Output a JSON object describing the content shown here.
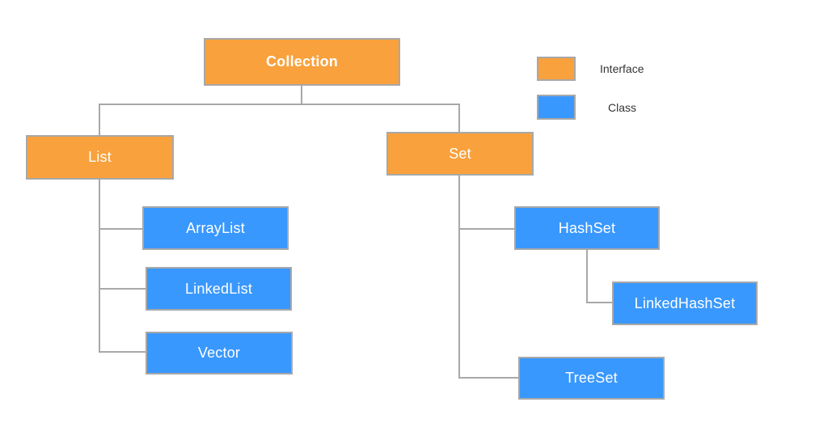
{
  "diagram": {
    "type": "hierarchy-tree",
    "topic": "Java Collection framework hierarchy"
  },
  "nodes": [
    {
      "label": "Collection",
      "type": "interface"
    },
    {
      "label": "List",
      "type": "interface"
    },
    {
      "label": "Set",
      "type": "interface"
    },
    {
      "label": "ArrayList",
      "type": "class"
    },
    {
      "label": "LinkedList",
      "type": "class"
    },
    {
      "label": "Vector",
      "type": "class"
    },
    {
      "label": "HashSet",
      "type": "class"
    },
    {
      "label": "LinkedHashSet",
      "type": "class"
    },
    {
      "label": "TreeSet",
      "type": "class"
    }
  ],
  "edges": [
    {
      "from": "Collection",
      "to": "List"
    },
    {
      "from": "Collection",
      "to": "Set"
    },
    {
      "from": "List",
      "to": "ArrayList"
    },
    {
      "from": "List",
      "to": "LinkedList"
    },
    {
      "from": "List",
      "to": "Vector"
    },
    {
      "from": "Set",
      "to": "HashSet"
    },
    {
      "from": "Set",
      "to": "TreeSet"
    },
    {
      "from": "HashSet",
      "to": "LinkedHashSet"
    }
  ],
  "legend": {
    "items": [
      {
        "label": "Interface",
        "color": "#F9A13C"
      },
      {
        "label": "Class",
        "color": "#3998FD"
      }
    ]
  },
  "colors": {
    "interface_fill": "#F9A13C",
    "class_fill": "#3998FD",
    "border": "#A8A8A8",
    "connector": "#A8A8A8",
    "node_text": "#FFFFFF",
    "legend_text": "#333333"
  }
}
